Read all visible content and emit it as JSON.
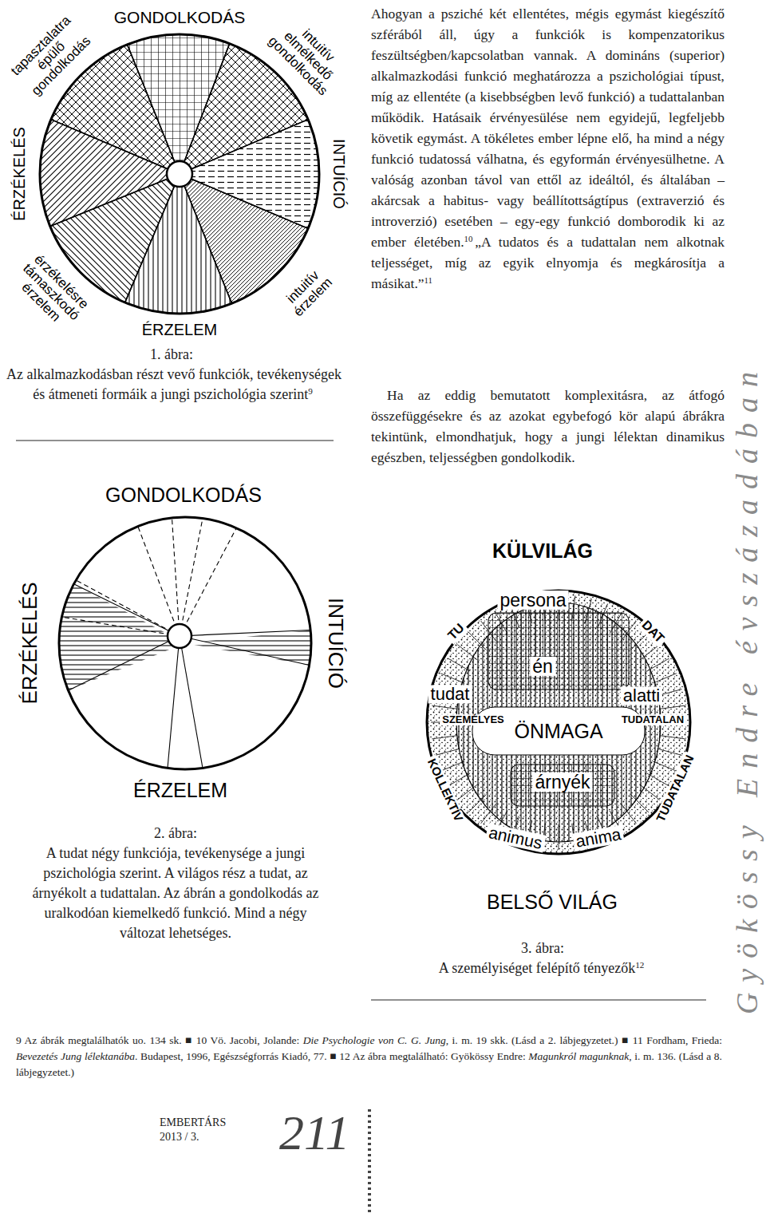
{
  "diagram": {
    "nodes": [
      {
        "text": [
          "GONDOLKODÁS",
          "intuitív elmélkedő gondolkodás",
          "INTUÍCIÓ",
          "intuitív érzelem",
          "ÉRZELEM",
          "érzékelésre támaszkodó érzelem",
          "ÉRZÉKELÉS",
          "tapasztalatra épülő gondolkodás"
        ]
      },
      {
        "text": [
          "GONDOLKODÁS",
          "INTUÍCIÓ",
          "ÉRZELEM",
          "ÉRZÉKELÉS"
        ]
      },
      {
        "text": [
          "KÜLVILÁG",
          "persona",
          "TU",
          "DAT",
          "én",
          "tudat",
          "alatti",
          "SZEMÉLYES",
          "ÖNMAGA",
          "TUDATALAN",
          "árnyék",
          "KOLLEKTÍV",
          "TUDATALAN",
          "animus",
          "anima",
          "BELSŐ VILÁG"
        ]
      }
    ],
    "labels": [
      "Ahogyan a psziché két ellentétes, mégis egymást kiegészítő szférából áll, úgy a funkciók is kompenzatorikus feszültségben/kapcsolatban vannak. A domináns (superior) alkalmazkodási funkció meghatározza a pszichológiai típust, míg az ellentéte (a kisebbségben levő funkció) a tudattalanban működik. Hatásaik érvényesülése nem egyidejű, legfeljebb követik egymást. A tökéletes ember lépne elő, ha mind a négy funkció tudatossá válhatna, és egyformán érvényesülhetne. A valóság azonban távol van ettől az ideáltól, és általában – akárcsak a habitus- vagy beállítottságtípus (extraverzió és introverzió) esetében – egy-egy funkció domborodik ki az ember életében.",
      "10",
      "„A tudatos és a tudattalan nem alkotnak teljességet, míg az egyik elnyomja és megkárosítja a másikat.”",
      "11",
      "Ha az eddig bemutatott komplexitásra, az átfogó összefüggésekre és az azokat egybefogó kör alapú ábrákra tekintünk, elmondhatjuk, hogy a jungi lélektan dinamikus egészben, teljességben gondolkodik.",
      "1. ábra:",
      "Az alkalmazkodásban részt vevő funkciók, tevékenységek és átmeneti formáik a jungi pszichológia szerint",
      "9",
      "2. ábra:",
      "A tudat négy funkciója, tevékenysége a jungi pszichológia szerint. A világos rész a tudat, az árnyékolt a tudattalan. Az ábrán a gondolkodás az uralkodóan kiemelkedő funkció. Mind a négy változat lehetséges.",
      "3. ábra:",
      "A személyiséget felépítő tényezők",
      "12",
      "9 Az ábrák megtalálhatók uo. 134 sk. ■ 10 Vö. Jacobi, Jolande: ",
      "Die Psychologie von C. G. Jung",
      ", i. m. 19 skk. (Lásd a 2. lábjegyzetet.) ■ 11 Fordham, Frieda: ",
      "Bevezetés Jung lélektanába",
      ". Budapest, 1996, Egészségforrás Kiadó, 77. ■ 12 Az ábra megtalálható: Gyökössy Endre: ",
      "Magunkról magunknak",
      ", i. m. 136. (Lásd a 8. lábjegyzetet.)",
      "EMBERTÁRS",
      "2013 / 3.",
      "211",
      "Gyökössy Endre évszázadában"
    ]
  }
}
